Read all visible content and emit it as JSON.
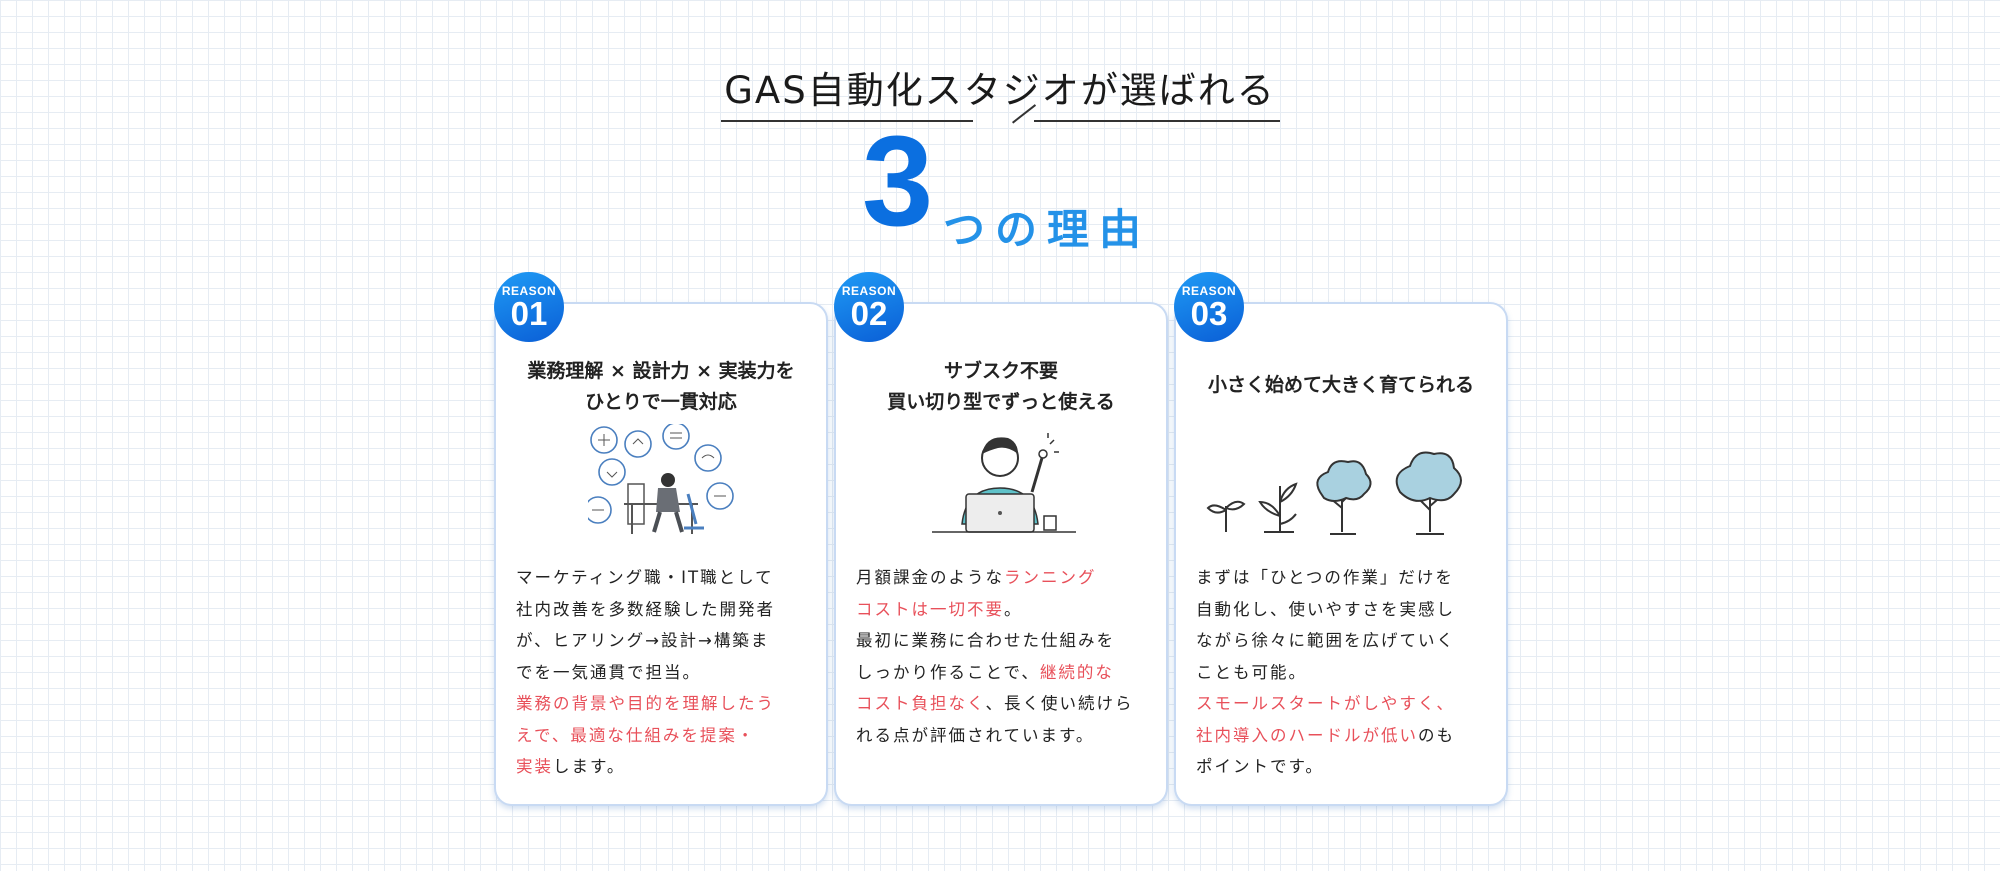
{
  "header": {
    "heading": "GAS自動化スタジオが選ばれる",
    "big_number": "3",
    "big_suffix": "つの理由"
  },
  "cards": [
    {
      "badge_label": "REASON",
      "badge_number": "01",
      "title_lines": [
        "業務理解 × 設計力 × 実装力を",
        "ひとりで一貫対応"
      ],
      "illustration": "person-at-desk-with-idea-bubbles",
      "body_lines": [
        {
          "text": "マーケティング職・IT職として",
          "highlight": false
        },
        {
          "text": "社内改善を多数経験した開発者",
          "highlight": false
        },
        {
          "text": "が、ヒアリング→設計→構築ま",
          "highlight": false
        },
        {
          "text": "でを一気通貫で担当。",
          "highlight": false
        },
        {
          "text": "業務の背景や目的を理解したう",
          "highlight": true
        },
        {
          "text": "えで、最適な仕組みを提案・",
          "highlight": true
        },
        {
          "parts": [
            {
              "text": "実装",
              "highlight": true
            },
            {
              "text": "します。",
              "highlight": false
            }
          ]
        }
      ]
    },
    {
      "badge_label": "REASON",
      "badge_number": "02",
      "title_lines": [
        "サブスク不要",
        "買い切り型でずっと使える"
      ],
      "illustration": "person-with-laptop-pointing",
      "body_lines": [
        {
          "parts": [
            {
              "text": "月額課金のような",
              "highlight": false
            },
            {
              "text": "ランニング",
              "highlight": true
            }
          ]
        },
        {
          "parts": [
            {
              "text": "コストは一切不要",
              "highlight": true
            },
            {
              "text": "。",
              "highlight": false
            }
          ]
        },
        {
          "text": "最初に業務に合わせた仕組みを",
          "highlight": false
        },
        {
          "parts": [
            {
              "text": "しっかり作ることで、",
              "highlight": false
            },
            {
              "text": "継続的な",
              "highlight": true
            }
          ]
        },
        {
          "parts": [
            {
              "text": "コスト負担なく",
              "highlight": true
            },
            {
              "text": "、長く使い続けら",
              "highlight": false
            }
          ]
        },
        {
          "text": "れる点が評価されています。",
          "highlight": false
        }
      ]
    },
    {
      "badge_label": "REASON",
      "badge_number": "03",
      "title_lines": [
        "小さく始めて大きく育てられる"
      ],
      "illustration": "plant-growing-into-tree",
      "body_lines": [
        {
          "text": "まずは「ひとつの作業」だけを",
          "highlight": false
        },
        {
          "text": "自動化し、使いやすさを実感し",
          "highlight": false
        },
        {
          "text": "ながら徐々に範囲を広げていく",
          "highlight": false
        },
        {
          "text": "ことも可能。",
          "highlight": false
        },
        {
          "text": "スモールスタートがしやすく、",
          "highlight": true
        },
        {
          "parts": [
            {
              "text": "社内導入のハードルが低い",
              "highlight": true
            },
            {
              "text": "のも",
              "highlight": false
            }
          ]
        },
        {
          "text": "ポイントです。",
          "highlight": false
        }
      ]
    }
  ],
  "colors": {
    "accent_blue": "#0b6fe0",
    "light_blue": "#2492e8",
    "highlight_red": "#e8505a",
    "card_border": "#c8daf3"
  }
}
